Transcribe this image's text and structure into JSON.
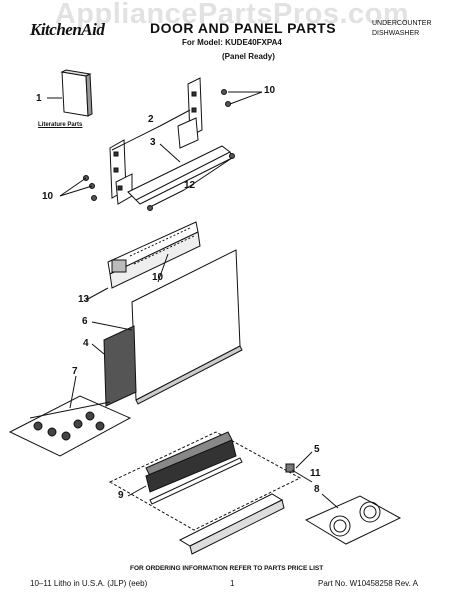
{
  "watermark": "AppliancePartsPros.com",
  "header": {
    "brand": "KitchenAid",
    "title": "DOOR AND PANEL PARTS",
    "model_line": "For Model: KUDE40FXPA4",
    "panel_note": "(Panel Ready)",
    "category_line1": "UNDERCOUNTER",
    "category_line2": "DISHWASHER"
  },
  "labels": {
    "literature_parts": "Literature Parts"
  },
  "callouts": [
    "1",
    "2",
    "3",
    "10",
    "10",
    "12",
    "10",
    "13",
    "6",
    "4",
    "7",
    "5",
    "11",
    "9",
    "8"
  ],
  "footer": {
    "order_info": "FOR ORDERING INFORMATION REFER TO PARTS PRICE LIST",
    "litho": "10–11 Litho in U.S.A. (JLP) (eeb)",
    "page": "1",
    "part_no": "Part No. W10458258 Rev. A"
  }
}
